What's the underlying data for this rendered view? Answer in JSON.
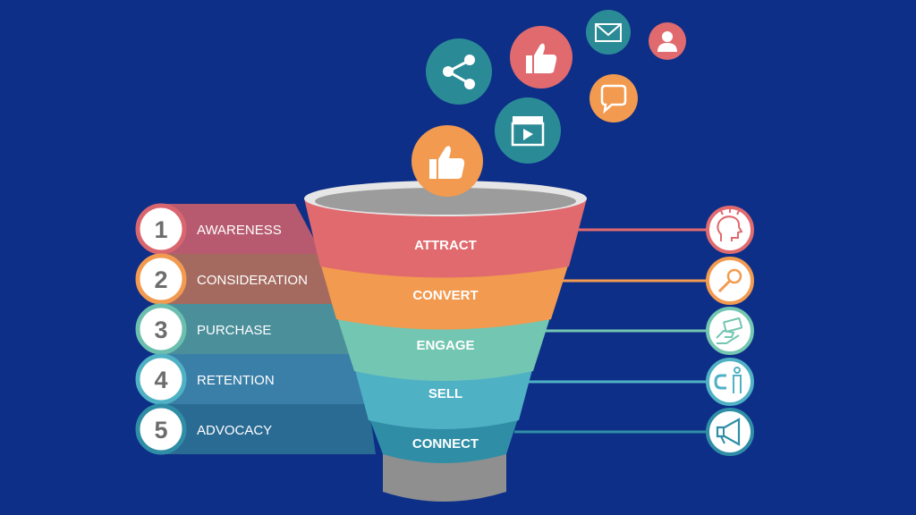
{
  "colors": {
    "background": "#0d2f87",
    "attract": "#e06a6e",
    "convert": "#f29a4f",
    "engage": "#73c6b1",
    "sell": "#4fb1c4",
    "connect": "#2f8ea6",
    "funnel_top": "#c7c7c7",
    "funnel_spout": "#8f8f8f",
    "teal_circle": "#2a8b96"
  },
  "stages": [
    {
      "number": "1",
      "label": "AWARENESS"
    },
    {
      "number": "2",
      "label": "CONSIDERATION"
    },
    {
      "number": "3",
      "label": "PURCHASE"
    },
    {
      "number": "4",
      "label": "RETENTION"
    },
    {
      "number": "5",
      "label": "ADVOCACY"
    }
  ],
  "funnel_bands": [
    {
      "label": "ATTRACT",
      "icon": "head-idea-icon"
    },
    {
      "label": "CONVERT",
      "icon": "magnifier-icon"
    },
    {
      "label": "ENGAGE",
      "icon": "handshake-money-icon"
    },
    {
      "label": "SELL",
      "icon": "magnet-person-icon"
    },
    {
      "label": "CONNECT",
      "icon": "megaphone-icon"
    }
  ],
  "floating_icons": [
    "share-icon",
    "thumbs-up-icon",
    "email-icon",
    "user-icon",
    "chat-bubble-icon",
    "video-clapper-icon",
    "thumbs-up-icon"
  ]
}
